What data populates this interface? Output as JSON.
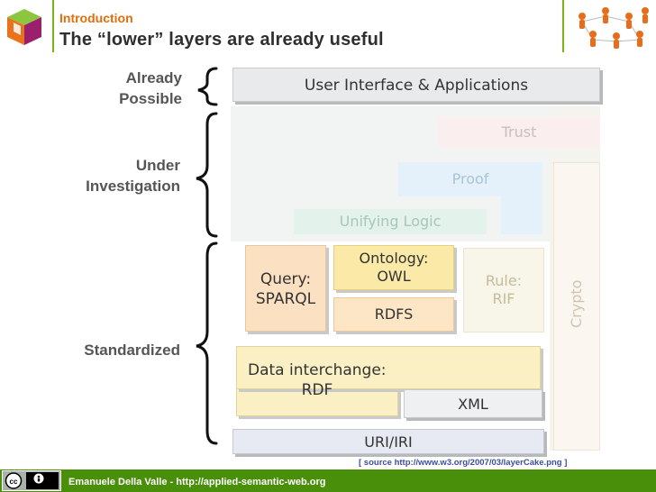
{
  "header": {
    "section": "Introduction",
    "title": "The “lower” layers are already useful"
  },
  "labels": {
    "already_possible": "Already Possible",
    "already_line1": "Already",
    "already_line2": "Possible",
    "under_line1": "Under",
    "under_line2": "Investigation",
    "standardized": "Standardized"
  },
  "cake": {
    "ui": "User Interface & Applications",
    "trust": "Trust",
    "proof": "Proof",
    "unifying_logic": "Unifying Logic",
    "query_line1": "Query:",
    "query_line2": "SPARQL",
    "ontology_line1": "Ontology:",
    "ontology_line2": "OWL",
    "rdfs": "RDFS",
    "rule_line1": "Rule:",
    "rule_line2": "RIF",
    "data_line1": "Data interchange:",
    "data_line2": "RDF",
    "xml": "XML",
    "uri": "URI/IRI",
    "crypto": "Crypto"
  },
  "source": "[ source http://www.w3.org/2007/03/layerCake.png ]",
  "footer": {
    "author": "Emanuele Della Valle - http://applied-semantic-web.org",
    "license_icons": [
      "cc-icon",
      "by-icon"
    ]
  },
  "colors": {
    "accent_green": "#4a8f0a",
    "accent_orange": "#e26d0b",
    "source_blue": "#3a4fa0"
  }
}
